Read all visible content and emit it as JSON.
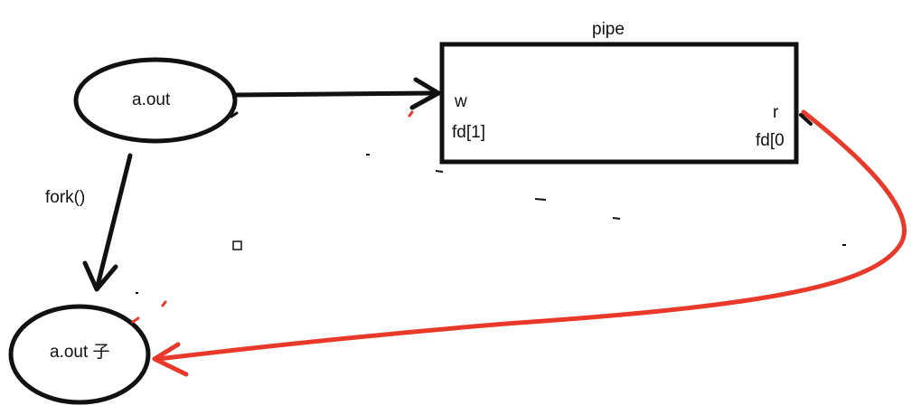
{
  "nodes": {
    "parent": {
      "label": "a.out"
    },
    "child": {
      "label": "a.out 子"
    },
    "pipe": {
      "title": "pipe",
      "write_end": "w",
      "write_fd": "fd[1]",
      "read_end": "r",
      "read_fd": "fd[0"
    }
  },
  "edges": {
    "fork": {
      "label": "fork()"
    }
  },
  "colors": {
    "ink": "#111111",
    "read_arrow": "#e8392b",
    "background": "#ffffff"
  }
}
